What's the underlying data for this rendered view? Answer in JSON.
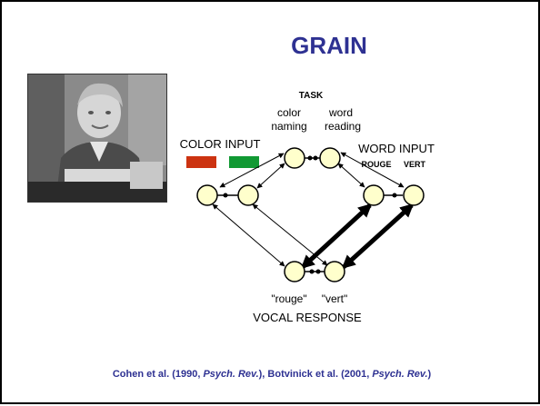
{
  "slide": {
    "title": "GRAIN",
    "task_label": "TASK",
    "task_color_naming": [
      "color",
      "naming"
    ],
    "task_word_reading": [
      "word",
      "reading"
    ],
    "color_input_label": "COLOR INPUT",
    "word_input_label": "WORD INPUT",
    "word_input_words": [
      "ROUGE",
      "VERT"
    ],
    "response_words": [
      "\"rouge\"",
      "\"vert\""
    ],
    "vocal_response_label": "VOCAL RESPONSE",
    "citation": {
      "part1": "Cohen et al. (1990, ",
      "journal1": "Psych. Rev.",
      "part2": "), Botvinick et al. (2001, ",
      "journal2": "Psych. Rev.",
      "part3": ")"
    }
  },
  "colors": {
    "title": "#2e3192",
    "citation": "#2e3192",
    "node_fill": "#ffffcc",
    "red_swatch": "#cc3311",
    "green_swatch": "#119933"
  }
}
